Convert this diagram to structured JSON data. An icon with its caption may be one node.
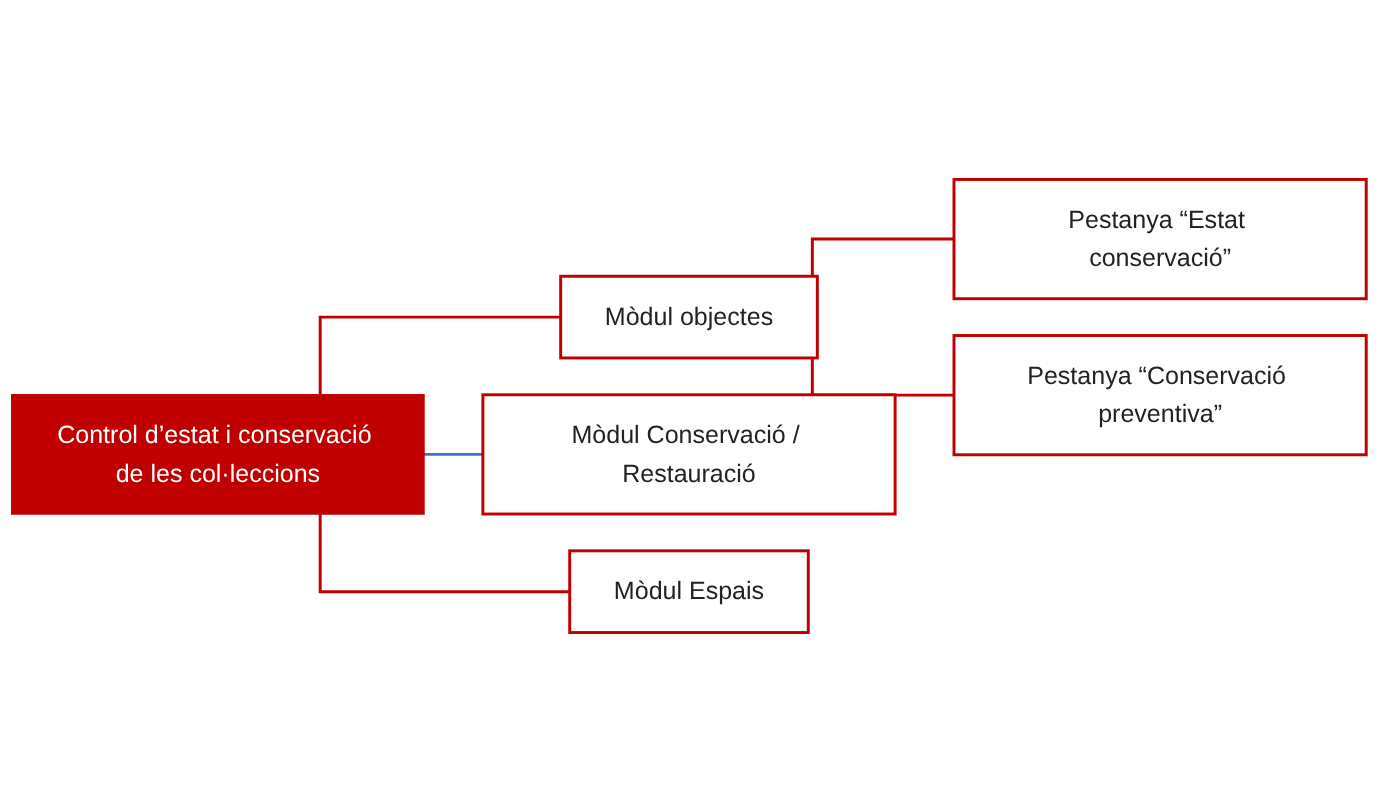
{
  "diagram": {
    "nodes": [
      {
        "text": [
          "Control d’estat i conservació de les col·leccions"
        ]
      },
      {
        "text": [
          "Mòdul objectes"
        ]
      },
      {
        "text": [
          "Mòdul Conservació / Restauració"
        ]
      },
      {
        "text": [
          "Mòdul Espais"
        ]
      },
      {
        "text": [
          "Pestanya “Estat conservació”"
        ]
      },
      {
        "text": [
          "Pestanya “Conservació preventiva”"
        ]
      }
    ],
    "edges": [
      {
        "from": 0,
        "to": 1,
        "arrow": "none"
      },
      {
        "from": 0,
        "to": 2,
        "arrow": "none",
        "color": "#4472c4"
      },
      {
        "from": 0,
        "to": 3,
        "arrow": "none"
      },
      {
        "from": 1,
        "to": 4,
        "arrow": "none"
      },
      {
        "from": 1,
        "to": 5,
        "arrow": "none"
      }
    ]
  }
}
